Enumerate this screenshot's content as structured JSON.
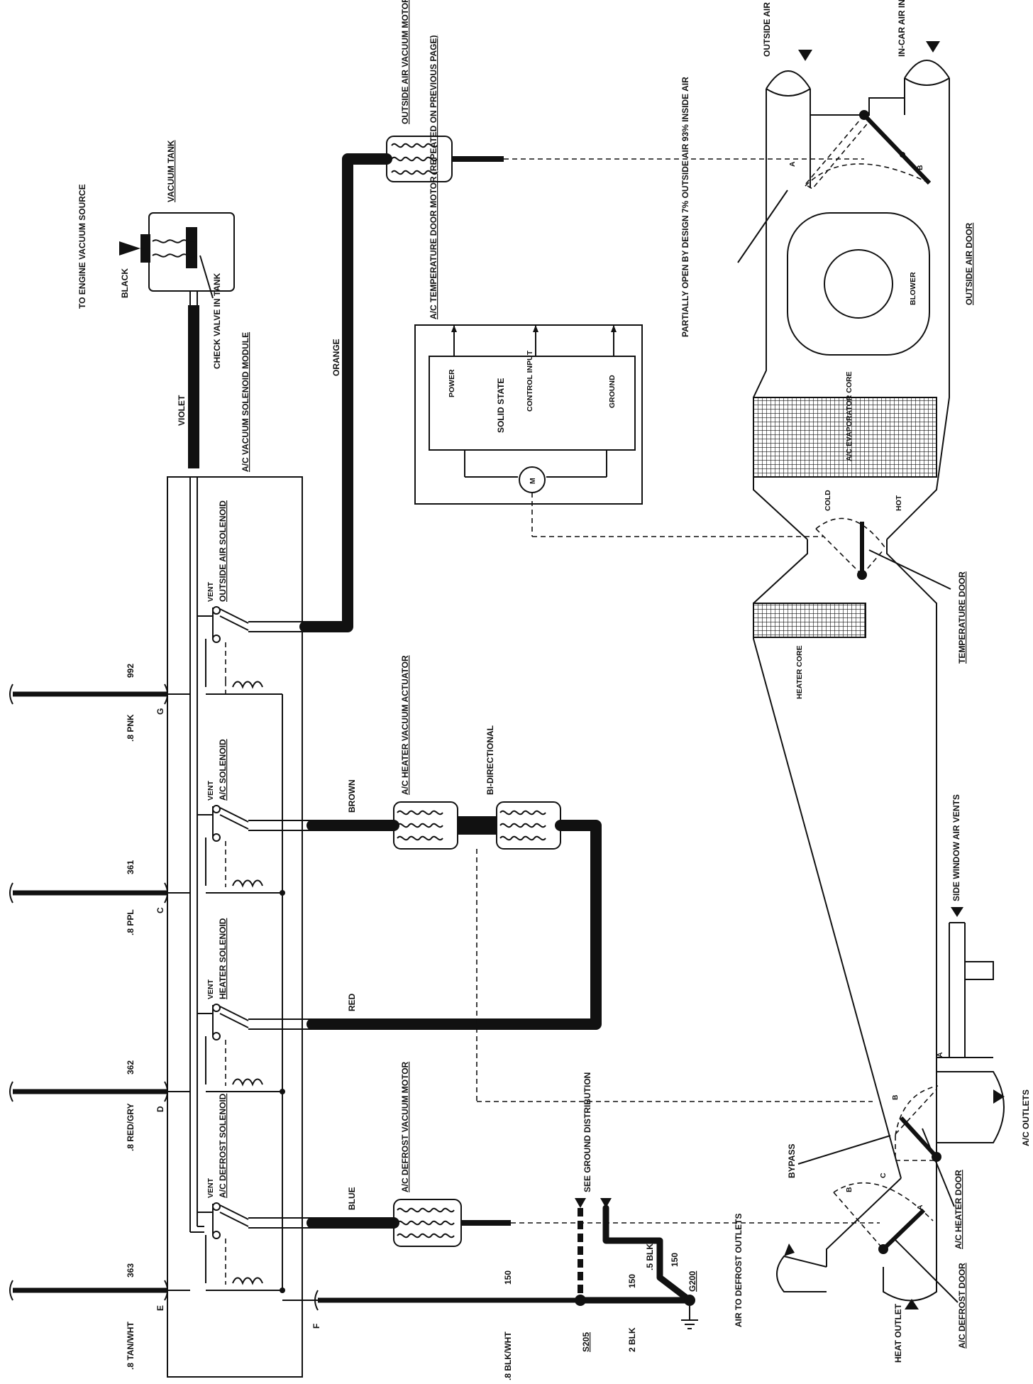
{
  "labels": {
    "engine_vacuum_source": "TO ENGINE VACUUM SOURCE",
    "black": "BLACK",
    "vacuum_tank": "VACUUM TANK",
    "check_valve": "CHECK VALVE IN TANK",
    "violet": "VIOLET",
    "orange": "ORANGE",
    "brown": "BROWN",
    "red": "RED",
    "blue": "BLUE",
    "solenoid_module": "A/C VACUUM SOLENOID MODULE",
    "outside_air_vacuum_motor": "OUTSIDE AIR VACUUM MOTOR",
    "outside_air_solenoid": "OUTSIDE AIR SOLENOID",
    "ac_solenoid": "A/C SOLENOID",
    "heater_solenoid": "HEATER SOLENOID",
    "defrost_solenoid": "A/C DEFROST SOLENOID",
    "vent": "VENT",
    "temp_door_motor": "A/C TEMPERATURE DOOR MOTOR (REPEATED ON PREVIOUS PAGE)",
    "power": "POWER",
    "control_input": "CONTROL INPUT",
    "ground": "GROUND",
    "solid_state": "SOLID STATE",
    "motor_m": "M",
    "heater_actuator": "A/C HEATER VACUUM ACTUATOR",
    "bi_directional": "BI-DIRECTIONAL",
    "defrost_motor": "A/C DEFROST VACUUM MOTOR",
    "see_ground": "SEE GROUND DISTRIBUTION",
    "outside_air_inlet": "OUTSIDE AIR INLET",
    "in_car_air_inlet": "IN-CAR AIR INLET",
    "outside_air_door": "OUTSIDE AIR DOOR",
    "partially_open": "PARTIALLY OPEN BY DESIGN 7% OUTSIDE AIR 93% INSIDE AIR",
    "blower": "BLOWER",
    "evaporator_core": "A/C EVAPORATOR CORE",
    "cold": "COLD",
    "hot": "HOT",
    "temperature_door": "TEMPERATURE DOOR",
    "heater_core": "HEATER CORE",
    "side_window_vents": "SIDE WINDOW AIR VENTS",
    "ac_outlets": "A/C OUTLETS",
    "bypass": "BYPASS",
    "ac_heater_door": "A/C HEATER DOOR",
    "ac_defrost_door": "A/C DEFROST DOOR",
    "air_to_defrost": "AIR TO DEFROST OUTLETS",
    "heat_outlet": "HEAT OUTLET",
    "door_a": "A",
    "door_b": "B",
    "door_c": "C"
  },
  "wires": [
    {
      "gauge_color": ".8 PNK",
      "circuit": "992",
      "terminal": "G"
    },
    {
      "gauge_color": ".8 PPL",
      "circuit": "361",
      "terminal": "C"
    },
    {
      "gauge_color": ".8 RED/GRY",
      "circuit": "362",
      "terminal": "D"
    },
    {
      "gauge_color": ".8 TAN/WHT",
      "circuit": "363",
      "terminal": "E"
    },
    {
      "gauge_color": ".8 BLK/WHT",
      "circuit": "150",
      "terminal": "F"
    }
  ],
  "ground": {
    "splice": "S205",
    "blk2": "2 BLK",
    "c150": "150",
    "blk5": ".5 BLK",
    "c150b": "150",
    "g200": "G200"
  }
}
